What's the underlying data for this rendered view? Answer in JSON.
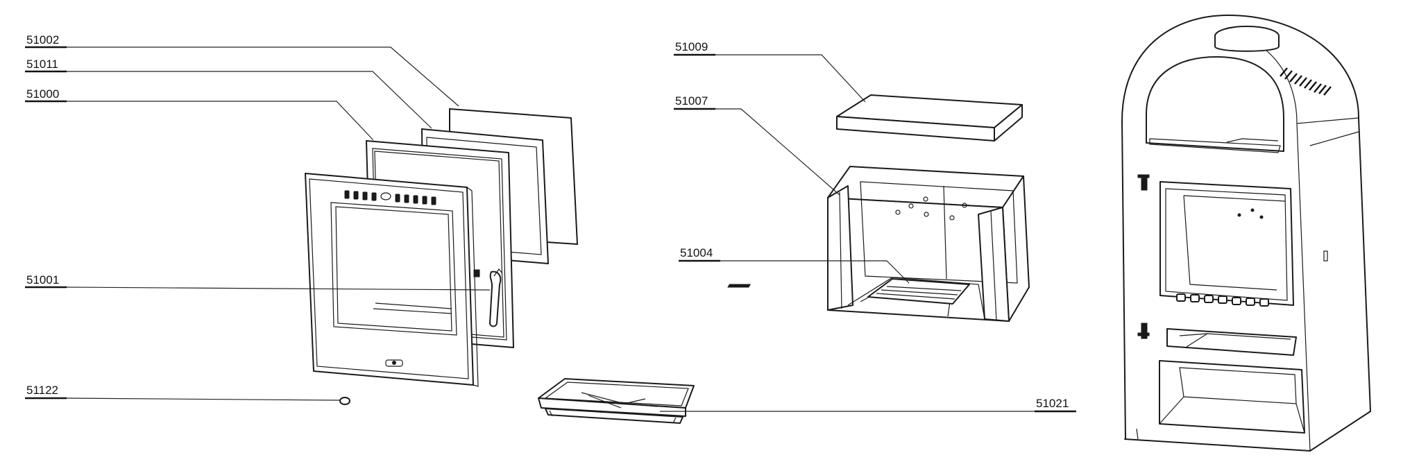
{
  "labels": {
    "p51002": "51002",
    "p51011": "51011",
    "p51000": "51000",
    "p51001": "51001",
    "p51122": "51122",
    "p51009": "51009",
    "p51007": "51007",
    "p51004": "51004",
    "p51021": "51021"
  }
}
